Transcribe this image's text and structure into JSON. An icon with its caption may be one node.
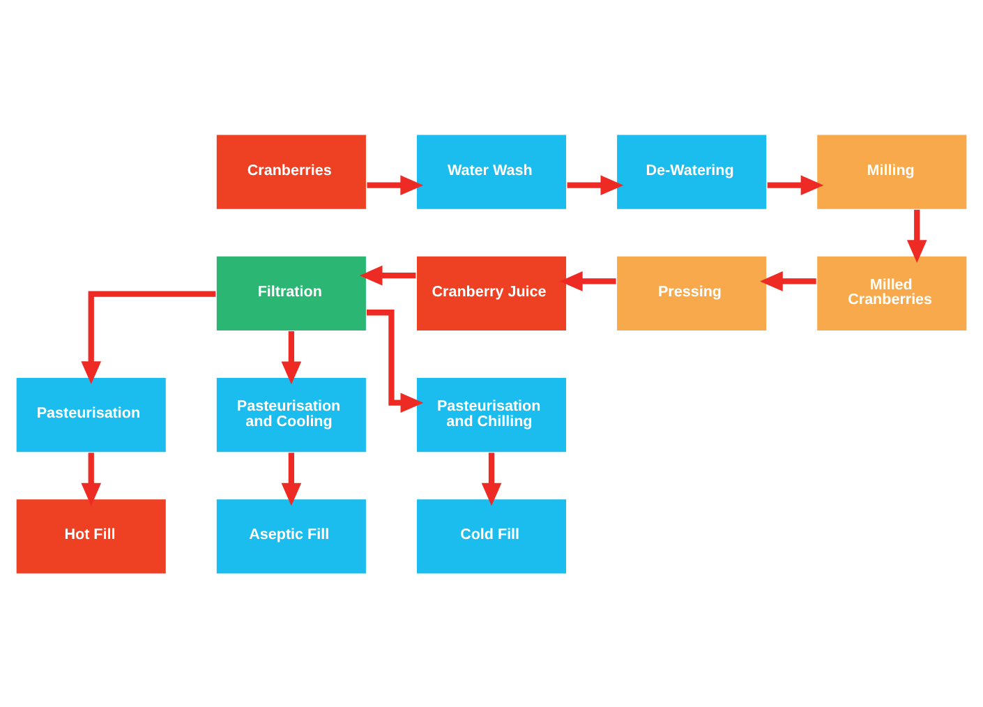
{
  "diagram": {
    "nodes": [
      {
        "text": [
          "Cranberries"
        ]
      },
      {
        "text": [
          "Water Wash"
        ]
      },
      {
        "text": [
          "De-Watering"
        ]
      },
      {
        "text": [
          "Milling"
        ]
      },
      {
        "text": [
          "Milled Cranberries"
        ]
      },
      {
        "text": [
          "Pressing"
        ]
      },
      {
        "text": [
          "Cranberry Juice"
        ]
      },
      {
        "text": [
          "Filtration"
        ]
      },
      {
        "text": [
          "Pasteurisation"
        ]
      },
      {
        "text": [
          "Pasteurisation and Cooling"
        ]
      },
      {
        "text": [
          "Pasteurisation and Chilling"
        ]
      },
      {
        "text": [
          "Hot Fill"
        ]
      },
      {
        "text": [
          "Aseptic Fill"
        ]
      },
      {
        "text": [
          "Cold Fill"
        ]
      }
    ],
    "edges": [
      {
        "from": 0,
        "to": 1,
        "arrow": "to"
      },
      {
        "from": 1,
        "to": 2,
        "arrow": "to"
      },
      {
        "from": 2,
        "to": 3,
        "arrow": "to"
      },
      {
        "from": 3,
        "to": 4,
        "arrow": "to"
      },
      {
        "from": 4,
        "to": 5,
        "arrow": "to"
      },
      {
        "from": 5,
        "to": 6,
        "arrow": "to"
      },
      {
        "from": 6,
        "to": 7,
        "arrow": "to"
      },
      {
        "from": 7,
        "to": 8,
        "arrow": "to"
      },
      {
        "from": 7,
        "to": 9,
        "arrow": "to"
      },
      {
        "from": 7,
        "to": 10,
        "arrow": "to"
      },
      {
        "from": 8,
        "to": 11,
        "arrow": "to"
      },
      {
        "from": 9,
        "to": 12,
        "arrow": "to"
      },
      {
        "from": 10,
        "to": 13,
        "arrow": "to"
      }
    ]
  }
}
